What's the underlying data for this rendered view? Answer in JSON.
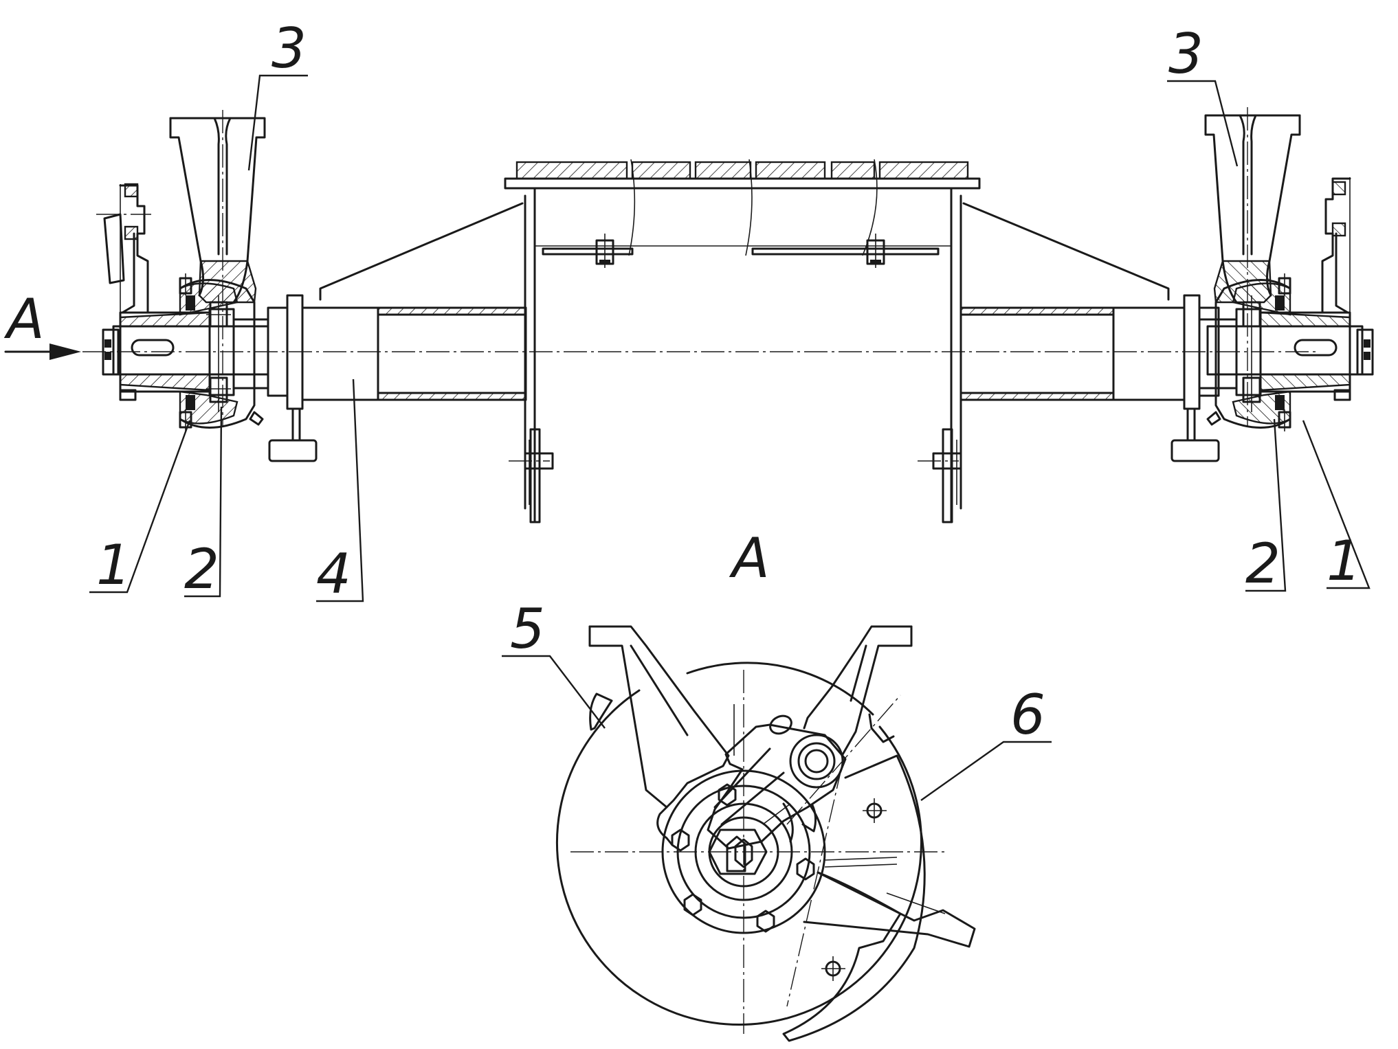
{
  "diagram": {
    "callouts": {
      "view_arrow": "A",
      "view_title": "A",
      "part_1_left": "1",
      "part_2_left": "2",
      "part_3_left": "3",
      "part_4": "4",
      "part_1_right": "1",
      "part_2_right": "2",
      "part_3_right": "3",
      "part_5": "5",
      "part_6": "6"
    },
    "colors": {
      "ink": "#1a1a1a",
      "paper": "#ffffff"
    }
  }
}
